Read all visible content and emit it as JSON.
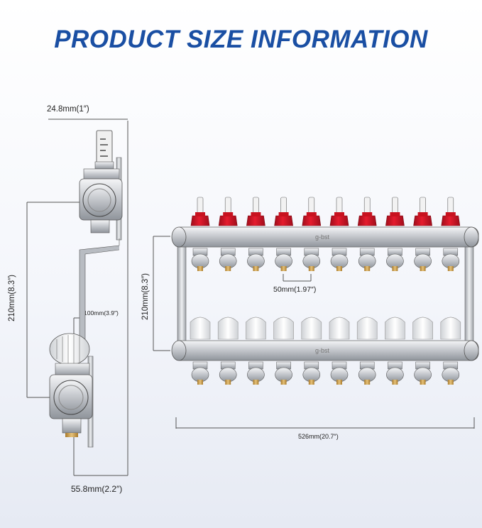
{
  "title": "PRODUCT SIZE INFORMATION",
  "colors": {
    "title": "#1a4fa3",
    "flowmeter_cap": "#d8182a",
    "valve_cap": "#f3f3f3",
    "manifold_body": "#c9ccd1",
    "dimension_line": "#555555"
  },
  "brand": "g-bst",
  "ports_per_manifold": 10,
  "dimensions": {
    "side_top_width": "24.8mm(1″)",
    "side_height": "210mm(8.3″)",
    "side_offset": "100mm(3.9″)",
    "side_bottom_width": "55.8mm(2.2″)",
    "front_height": "210mm(8.3″)",
    "port_spacing": "50mm(1.97″)",
    "front_length": "526mm(20.7″)"
  }
}
